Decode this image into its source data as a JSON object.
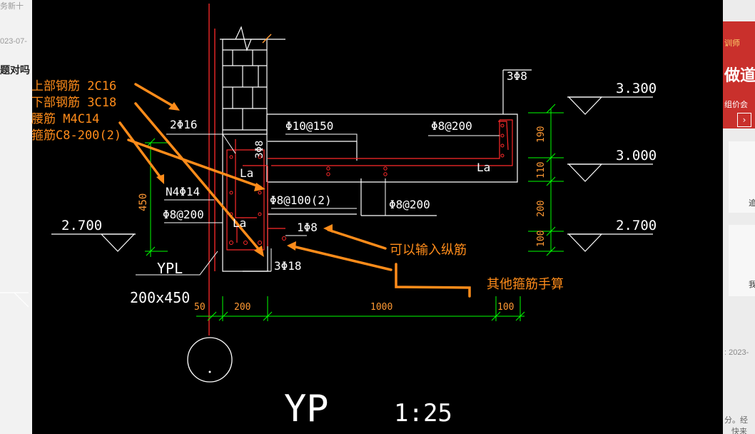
{
  "background_page": {
    "left_fragments": [
      "务新十",
      "023-07-",
      "题对吗"
    ],
    "right_fragments": [
      "训师",
      "做道",
      "组价会",
      "追",
      "我",
      ": 2023-",
      "分。经",
      "快来"
    ]
  },
  "drawing": {
    "notes": {
      "top_rebar": "上部钢筋 2C16",
      "bottom_rebar": "下部钢筋 3C18",
      "waist_rebar": "腰筋 M4C14",
      "stirrup": "箍筋C8-200(2)"
    },
    "rebar_labels": {
      "top_3phi8": "3Φ8",
      "slab_phi10_150": "Φ10@150",
      "slab_phi8_200_top": "Φ8@200",
      "beam_2phi16": "2Φ16",
      "n4phi14": "N4Φ14",
      "phi8_200_left": "Φ8@200",
      "phi8_100_2": "Φ8@100(2)",
      "phi8_200_lower": "Φ8@200",
      "one_phi8": "1Φ8",
      "three_phi18": "3Φ18",
      "la_1": "La",
      "la_2": "La",
      "la_3": "La",
      "rot_3phi8": "3Φ8"
    },
    "callouts": {
      "input_long_rebar": "可以输入纵筋",
      "manual_stirrups": "其他箍筋手算"
    },
    "elevations": {
      "e3300": "3.300",
      "e3000": "3.000",
      "e2700_right": "2.700",
      "e2700_left": "2.700"
    },
    "vertical_dims": {
      "d190": "190",
      "d110": "110",
      "d200": "200",
      "d100": "100",
      "d450": "450"
    },
    "horizontal_dims": {
      "d50": "50",
      "d200": "200",
      "d1000": "1000",
      "d100": "100"
    },
    "beam": {
      "name": "YPL",
      "size": "200x450"
    },
    "title": {
      "name": "YP",
      "scale": "1:25"
    },
    "colors": {
      "background": "#000000",
      "lines": "#ffffff",
      "rebar": "#ff2a2a",
      "dims": "#00ff00",
      "dim_text": "#ff9933",
      "annotation": "#ff8c1a"
    }
  }
}
